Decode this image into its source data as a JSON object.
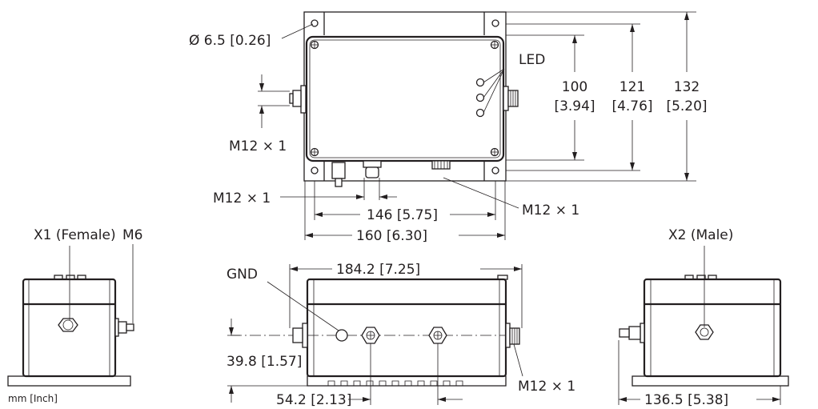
{
  "units_note": "mm [Inch]",
  "top_view": {
    "hole_label": "Ø 6.5 [0.26]",
    "led_label": "LED",
    "left_connector_label": "M12 × 1",
    "bottom_connector_label": "M12 × 1",
    "right_connector_label": "M12 × 1",
    "dim_100": {
      "mm": "100",
      "inch": "[3.94]"
    },
    "dim_121": {
      "mm": "121",
      "inch": "[4.76]"
    },
    "dim_132": {
      "mm": "132",
      "inch": "[5.20]"
    },
    "dim_146": "146 [5.75]",
    "dim_160": "160 [6.30]"
  },
  "left_view": {
    "connector_label": "X1 (Female)",
    "stud_label": "M6"
  },
  "front_view": {
    "gnd_label": "GND",
    "dim_width": "184.2 [7.25]",
    "dim_height": "39.8 [1.57]",
    "dim_spacing": "54.2 [2.13]",
    "connector_label": "M12 × 1"
  },
  "right_view": {
    "connector_label": "X2 (Male)",
    "dim_width": "136.5 [5.38]"
  }
}
